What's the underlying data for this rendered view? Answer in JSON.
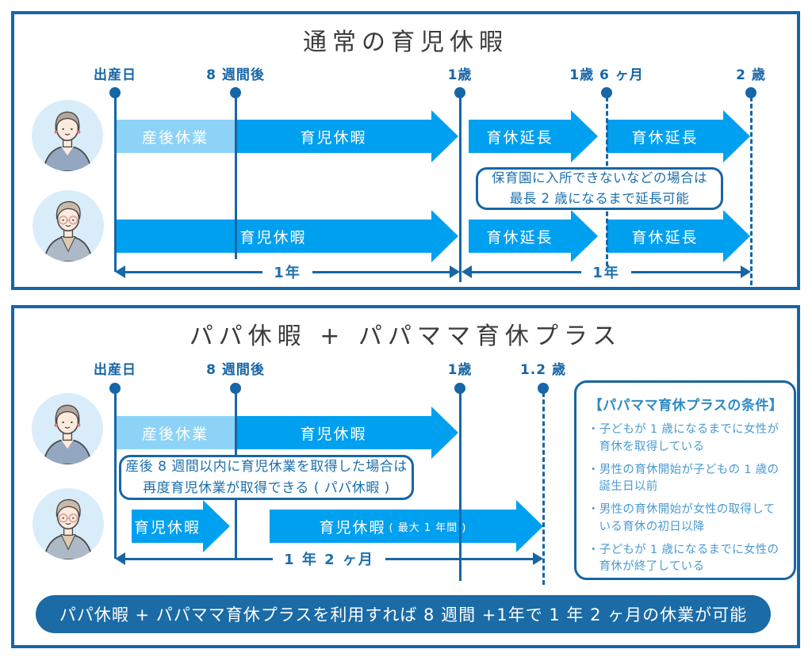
{
  "colors": {
    "accent_blue": "#00A0F0",
    "light_blue": "#8CD3F7",
    "dark_blue": "#1766A6",
    "banner_blue": "#1B6BA6",
    "title_gray": "#3B3B3D",
    "note_text_blue": "#1C6FAD",
    "conditions_text_blue": "#4A9BD2"
  },
  "panel_top": {
    "title": "通常の育児休暇",
    "markers": [
      {
        "label": "出産日"
      },
      {
        "label": "8 週間後"
      },
      {
        "label": "1歳"
      },
      {
        "label": "1歳 6 ヶ月"
      },
      {
        "label": "2 歳"
      }
    ],
    "mother_row": {
      "postnatal": "産後休業",
      "leave": "育児休暇",
      "ext1": "育休延長",
      "ext2": "育休延長"
    },
    "father_row": {
      "leave": "育児休暇",
      "ext1": "育休延長",
      "ext2": "育休延長"
    },
    "note_line1": "保育園に入所できないなどの場合は",
    "note_line2": "最長 2 歳になるまで延長可能",
    "axis1_label": "1年",
    "axis2_label": "1年"
  },
  "panel_bottom": {
    "title": "パパ休暇 + パパママ育休プラス",
    "markers": [
      {
        "label": "出産日"
      },
      {
        "label": "8 週間後"
      },
      {
        "label": "1歳"
      },
      {
        "label": "1.2 歳"
      }
    ],
    "mother_row": {
      "postnatal": "産後休業",
      "leave": "育児休暇"
    },
    "father_row": {
      "leave1": "育児休暇",
      "leave2": "育児休暇",
      "leave2_sub": "( 最大 1 年間 )"
    },
    "note_line1": "産後 8 週間以内に育児休業を取得した場合は",
    "note_line2": "再度育児休業が取得できる ( パパ休暇 )",
    "axis_label": "1 年 2 ヶ月",
    "conditions": {
      "title": "【パパママ育休プラスの条件】",
      "items": [
        "・子どもが 1 歳になるまでに女性が育休を取得している",
        "・男性の育休開始が子どもの 1 歳の誕生日以前",
        "・男性の育休開始が女性の取得している育休の初日以降",
        "・子どもが 1 歳になるまでに女性の育休が終了している"
      ]
    },
    "banner": "パパ休暇 + パパママ育休プラスを利用すれば 8 週間 +1年で 1 年 2 ヶ月の休業が可能"
  }
}
